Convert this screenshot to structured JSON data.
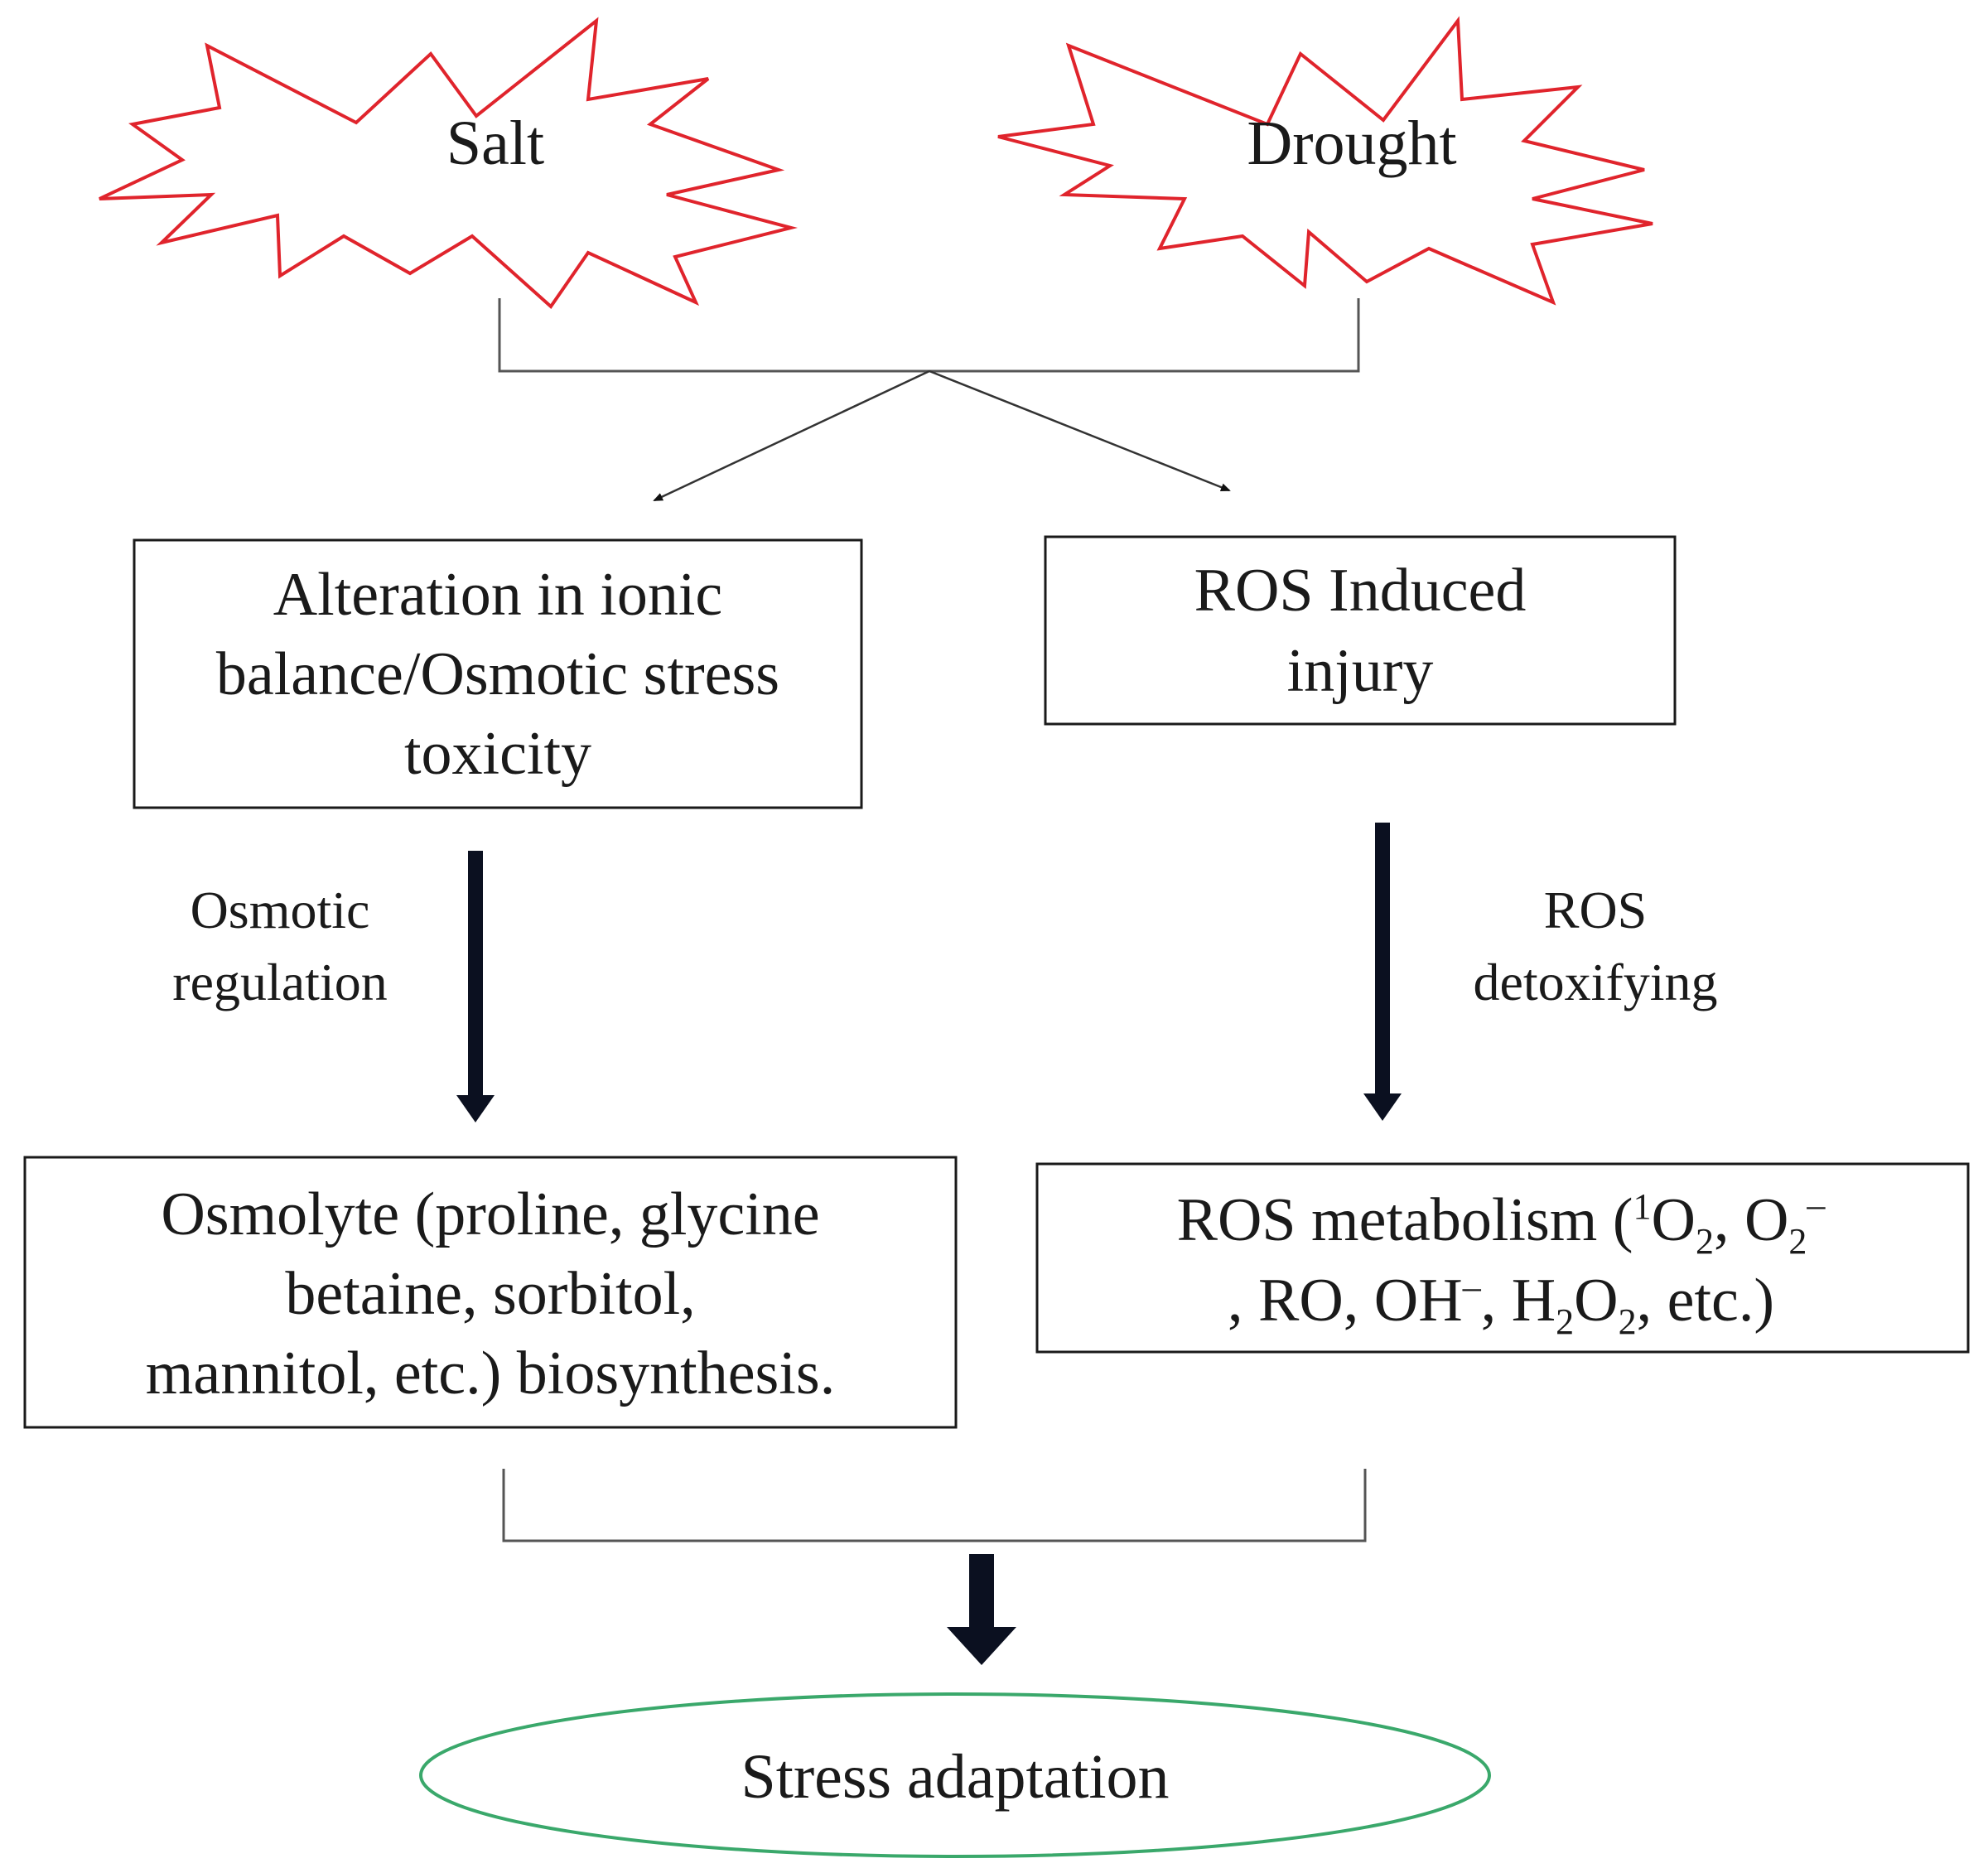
{
  "stressors": {
    "salt": "Salt",
    "drought": "Drought"
  },
  "left_box": {
    "line1": "Alteration in ionic",
    "line2": "balance/Osmotic stress",
    "line3": "toxicity"
  },
  "right_box": {
    "line1": "ROS Induced",
    "line2": "injury"
  },
  "left_arrow_label": {
    "line1": "Osmotic",
    "line2": "regulation"
  },
  "right_arrow_label": {
    "line1": "ROS",
    "line2": "detoxifying"
  },
  "osmolyte_box": {
    "line1": "Osmolyte (proline, glycine",
    "line2": "betaine, sorbitol,",
    "line3": "mannitol, etc.) biosynthesis."
  },
  "ros_metabolism_box": {
    "line1_main": "ROS  metabolism (",
    "singlet_sup": "1",
    "o": "O",
    "sub2": "2",
    "comma_o": ", O",
    "superoxide_sup": "–",
    "line2_start": ", RO, OH",
    "hydroxide_sup": "–",
    "h2o2_mid": ", H",
    "line2_end": ", etc.)"
  },
  "outcome": "Stress adaptation",
  "colors": {
    "starburst": "#e0242c",
    "outcome_ellipse": "#3aa86b",
    "arrow_fill": "#0b1020",
    "lines": "#555555",
    "box_border": "#1a1a1a"
  }
}
